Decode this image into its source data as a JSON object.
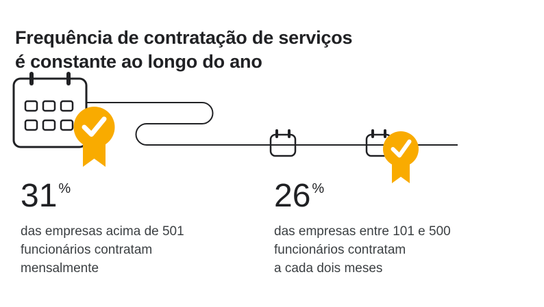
{
  "title": {
    "lines": [
      "Frequência de contratação de serviços",
      "é constante ao longo do ano"
    ]
  },
  "colors": {
    "accent": "#F9AB00",
    "text_primary": "#202124",
    "text_secondary": "#3C4043",
    "line": "#202124",
    "background": "#FFFFFF"
  },
  "illustration": {
    "icons": [
      "calendar-icon",
      "award-check-badge-icon",
      "timeline-line",
      "mini-calendar-icon",
      "mini-calendar-icon",
      "award-check-badge-icon"
    ]
  },
  "stats": [
    {
      "value": "31",
      "unit": "%",
      "lines": [
        "das empresas acima de 501",
        "funcionários contratam",
        "mensalmente"
      ]
    },
    {
      "value": "26",
      "unit": "%",
      "lines": [
        "das empresas entre 101 e 500",
        "funcionários contratam",
        "a cada dois meses"
      ]
    }
  ]
}
